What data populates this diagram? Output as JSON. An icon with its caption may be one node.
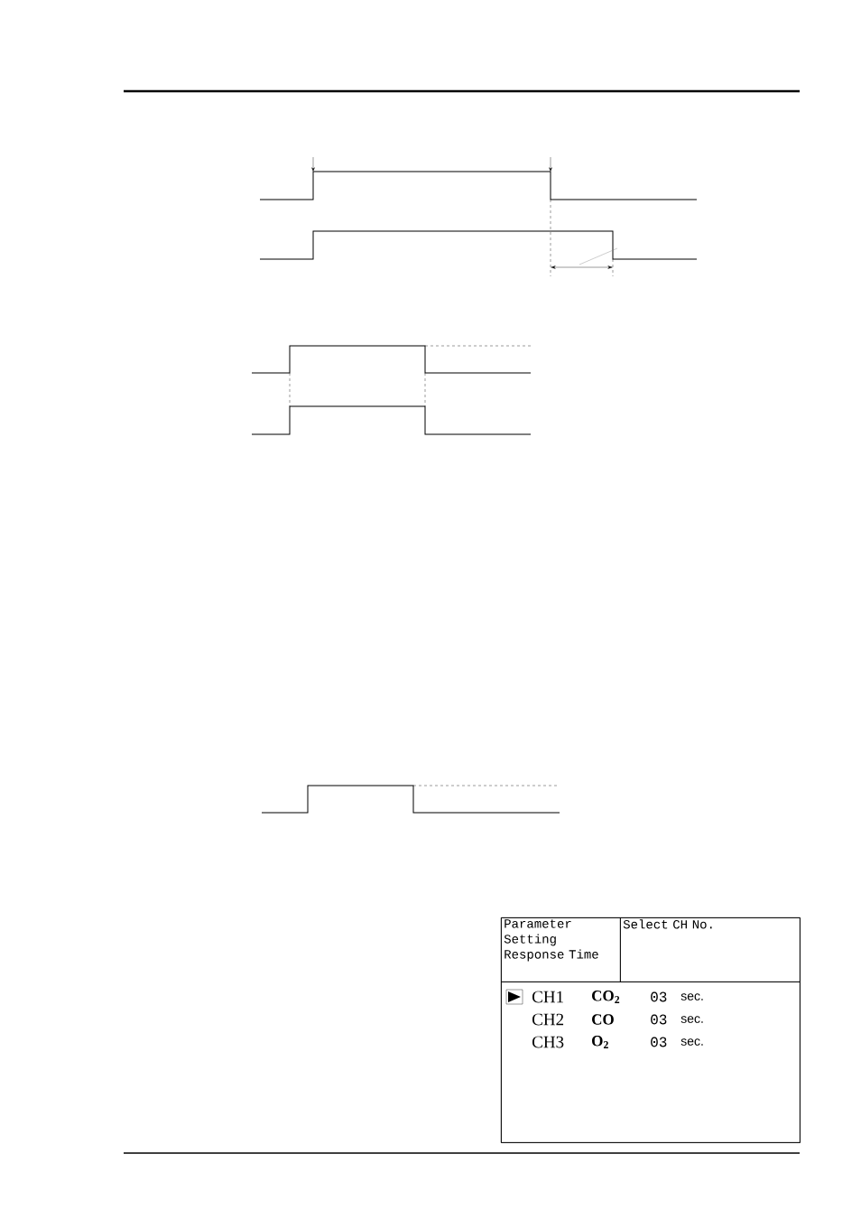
{
  "diagram": {
    "nodes": [
      {
        "text": [],
        "shape": "box"
      },
      {
        "text": [
          "Parameter Setting Response Time"
        ],
        "in": 0
      },
      {
        "text": [
          "Select CH No."
        ],
        "in": 0
      },
      {
        "text": [
          "CH1",
          "CO$_{2}$",
          "03",
          "sec.",
          "CH2",
          "CO",
          "03",
          "sec.",
          "CH3",
          "O$_{2}$",
          "03",
          "sec."
        ],
        "in": 0
      }
    ]
  }
}
